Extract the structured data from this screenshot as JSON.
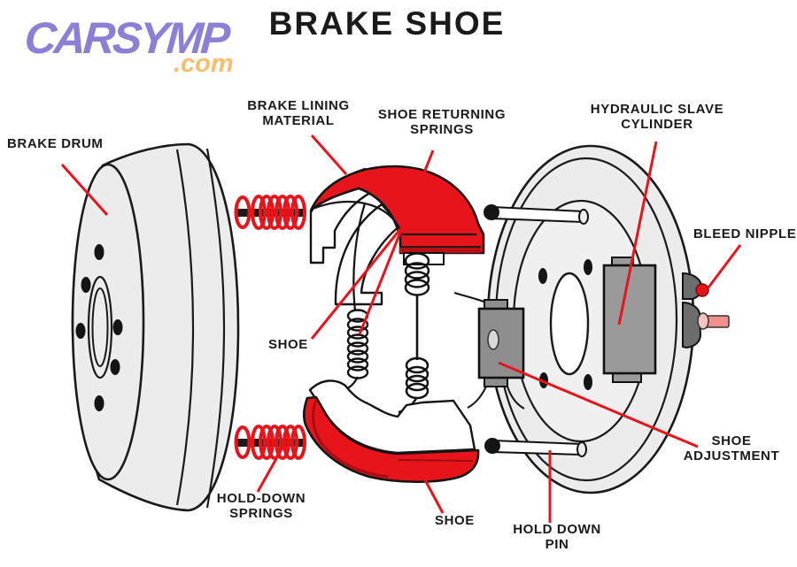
{
  "title": "BRAKE SHOE",
  "logo": {
    "name": "CARSYMP",
    "tld": ".com"
  },
  "colors": {
    "accent_red": "#e8141c",
    "dark_red": "#a80d12",
    "light_gray": "#ececec",
    "mid_gray": "#9a9a9a",
    "dark_gray": "#6d6d6d",
    "logo_purple": "#8b80d6",
    "logo_orange": "#f7bd6d",
    "ink": "#1a1a1a"
  },
  "labels": {
    "brake_drum": "BRAKE DRUM",
    "brake_lining": {
      "line1": "BRAKE LINING",
      "line2": "MATERIAL"
    },
    "shoe_returning": {
      "line1": "SHOE RETURNING",
      "line2": "SPRINGS"
    },
    "hydraulic": {
      "line1": "HYDRAULIC SLAVE",
      "line2": "CYLINDER"
    },
    "bleed_nipple": "BLEED NIPPLE",
    "shoe_upper": "SHOE",
    "hold_down_springs": {
      "line1": "HOLD-DOWN",
      "line2": "SPRINGS"
    },
    "shoe_lower": "SHOE",
    "shoe_adjustment": {
      "line1": "SHOE",
      "line2": "ADJUSTMENT"
    },
    "hold_down_pin": {
      "line1": "HOLD DOWN",
      "line2": "PIN"
    }
  }
}
